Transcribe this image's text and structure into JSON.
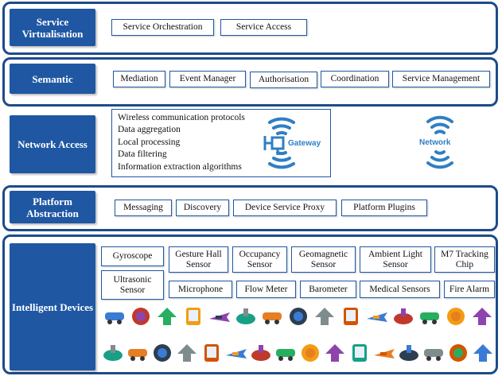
{
  "layers": {
    "service_virtualisation": {
      "title": "Service Virtualisation",
      "items": [
        "Service Orchestration",
        "Service Access"
      ]
    },
    "semantic": {
      "title": "Semantic",
      "items": [
        "Mediation",
        "Event Manager",
        "Authorisation",
        "Coordination",
        "Service Management"
      ]
    },
    "network_access": {
      "title": "Network Access",
      "functions": [
        "Wireless communication protocols",
        "Data aggregation",
        "Local processing",
        "Data filtering",
        "Information extraction algorithms"
      ],
      "gateway_label": "Gateway",
      "network_label": "Network"
    },
    "platform_abstraction": {
      "title": "Platform Abstraction",
      "items": [
        "Messaging",
        "Discovery",
        "Device Service Proxy",
        "Platform Plugins"
      ]
    },
    "intelligent_devices": {
      "title": "Intelligent Devices",
      "sensors_row1": [
        "Gyroscope",
        "Gesture Hall Sensor",
        "Occupancy Sensor",
        "Geomagnetic Sensor",
        "Ambient Light Sensor",
        "M7 Tracking Chip"
      ],
      "sensors_row2": [
        "Ultrasonic Sensor",
        "Microphone",
        "Flow Meter",
        "Barometer",
        "Medical Sensors",
        "Fire Alarm"
      ],
      "device_icons_row1": [
        "airplane-icon",
        "stroller-icon",
        "car-icon",
        "truck-icon",
        "compass-icon",
        "taxi-icon",
        "basket-icon",
        "shop-icon",
        "tree-icon",
        "glasses-icon",
        "chip-icon",
        "webcam-icon",
        "antenna-icon",
        "ambulance-icon",
        "bicycle-icon"
      ],
      "device_icons_row2": [
        "luggage-icon",
        "boat-icon",
        "train-icon",
        "circuit-icon",
        "cctv-icon",
        "satellite-icon",
        "printer-icon",
        "tablet-icon",
        "windsock-icon",
        "weather-icon",
        "robot-icon",
        "medical-kit-icon",
        "monitor-icon",
        "pipe-icon",
        "headphones-icon",
        "phone-icon"
      ]
    }
  },
  "colors": {
    "accent": "#1f57a3",
    "border": "#1e4b8a",
    "wireless": "#2f7fc4"
  }
}
